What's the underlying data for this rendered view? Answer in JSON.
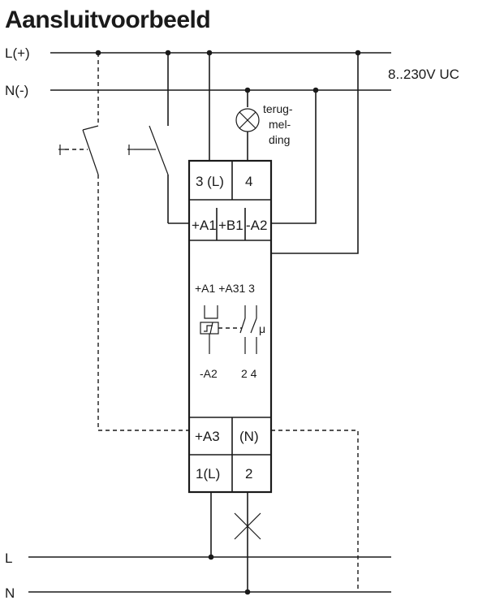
{
  "title": "Aansluitvoorbeeld",
  "supply": {
    "l_plus": "L(+)",
    "n_minus": "N(-)",
    "voltage": "8..230V UC"
  },
  "lamp_label": [
    "terug-",
    "mel-",
    "ding"
  ],
  "terminals_top": {
    "t3": "3 (L)",
    "t4": "4"
  },
  "terminals_mid": {
    "a1": "+A1",
    "b1": "+B1",
    "a2": "-A2"
  },
  "internal": {
    "top_labels": "+A1 +A31 3",
    "bottom_left": "-A2",
    "bottom_right": "2 4",
    "mu": "μ"
  },
  "terminals_bottom": {
    "a3": "+A3",
    "n": "(N)",
    "l1": "1(L)",
    "t2": "2"
  },
  "load_rails": {
    "l": "L",
    "n": "N"
  }
}
